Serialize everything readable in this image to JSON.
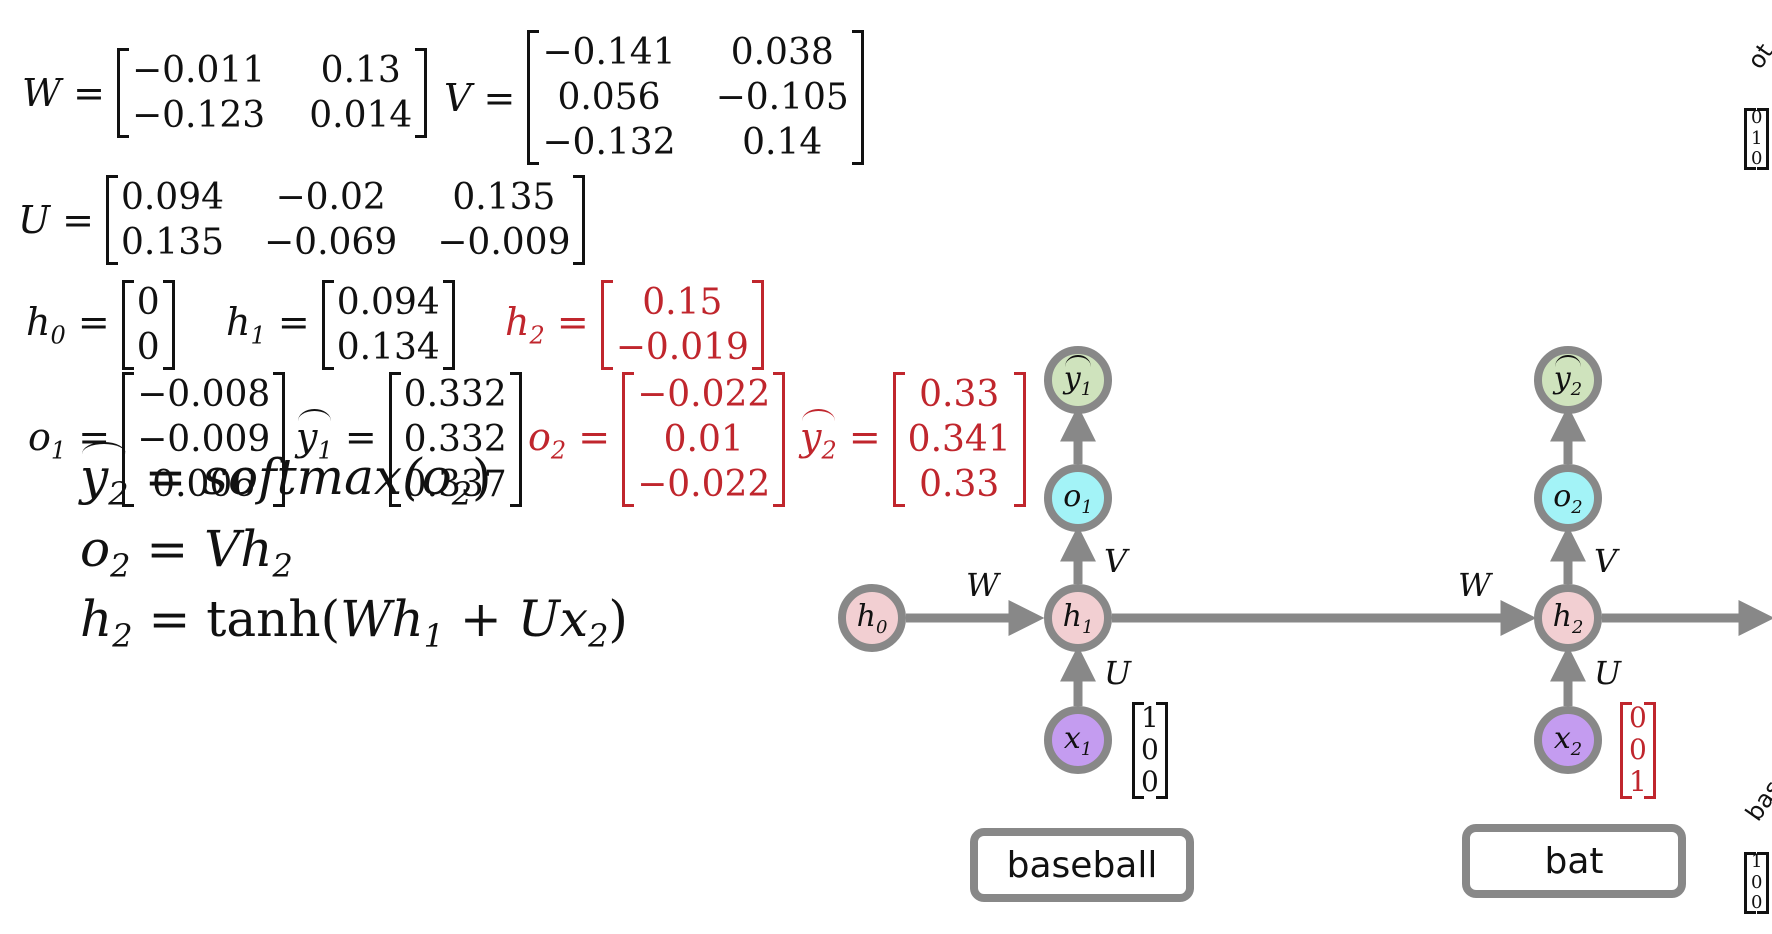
{
  "params": {
    "W": {
      "label": "W",
      "rows": [
        [
          "−0.011",
          "0.13"
        ],
        [
          "−0.123",
          "0.014"
        ]
      ]
    },
    "V": {
      "label": "V",
      "rows": [
        [
          "−0.141",
          "0.038"
        ],
        [
          "0.056",
          "−0.105"
        ],
        [
          "−0.132",
          "0.14"
        ]
      ]
    },
    "U": {
      "label": "U",
      "rows": [
        [
          "0.094",
          "−0.02",
          "0.135"
        ],
        [
          "0.135",
          "−0.069",
          "−0.009"
        ]
      ]
    }
  },
  "states": {
    "h0": {
      "sym": "h",
      "sub": "0",
      "rows": [
        [
          "0"
        ],
        [
          "0"
        ]
      ]
    },
    "h1": {
      "sym": "h",
      "sub": "1",
      "rows": [
        [
          "0.094"
        ],
        [
          "0.134"
        ]
      ]
    },
    "h2": {
      "sym": "h",
      "sub": "2",
      "rows": [
        [
          "0.15"
        ],
        [
          "−0.019"
        ]
      ]
    },
    "o1": {
      "sym": "o",
      "sub": "1",
      "rows": [
        [
          "−0.008"
        ],
        [
          "−0.009"
        ],
        [
          "0.006"
        ]
      ]
    },
    "y1": {
      "sym": "y",
      "sub": "1",
      "rows": [
        [
          "0.332"
        ],
        [
          "0.332"
        ],
        [
          "0.337"
        ]
      ]
    },
    "o2": {
      "sym": "o",
      "sub": "2",
      "rows": [
        [
          "−0.022"
        ],
        [
          "0.01"
        ],
        [
          "−0.022"
        ]
      ]
    },
    "y2": {
      "sym": "y",
      "sub": "2",
      "rows": [
        [
          "0.33"
        ],
        [
          "0.341"
        ],
        [
          "0.33"
        ]
      ]
    }
  },
  "formulas": {
    "f1": {
      "lhs": "y",
      "lhs_sub": "2",
      "rhs": "softmax(o",
      "rhs_sub": "2",
      "rhs_end": ")"
    },
    "f2": {
      "lhs": "o",
      "lhs_sub": "2",
      "rhs": "Vh",
      "rhs_sub": "2"
    },
    "f3": {
      "lhs": "h",
      "lhs_sub": "2",
      "rhs_fn": "tanh",
      "rhs_a": "Wh",
      "rhs_a_sub": "1",
      "rhs_b": "Ux",
      "rhs_b_sub": "2"
    }
  },
  "diagram": {
    "nodes": {
      "h0": {
        "sym": "h",
        "sub": "0",
        "color": "#f2cfd2"
      },
      "h1": {
        "sym": "h",
        "sub": "1",
        "color": "#f2cfd2"
      },
      "h2": {
        "sym": "h",
        "sub": "2",
        "color": "#f2cfd2"
      },
      "o1": {
        "sym": "o",
        "sub": "1",
        "color": "#a3f3f7"
      },
      "o2": {
        "sym": "o",
        "sub": "2",
        "color": "#a3f3f7"
      },
      "y1": {
        "sym": "y",
        "sub": "1",
        "color": "#cfe3bd"
      },
      "y2": {
        "sym": "y",
        "sub": "2",
        "color": "#cfe3bd"
      },
      "x1": {
        "sym": "x",
        "sub": "1",
        "color": "#c49cf0"
      },
      "x2": {
        "sym": "x",
        "sub": "2",
        "color": "#c49cf0"
      }
    },
    "edge_labels": {
      "W": "W",
      "V": "V",
      "U": "U"
    },
    "x1_vector": [
      "1",
      "0",
      "0"
    ],
    "x2_vector": [
      "0",
      "0",
      "1"
    ],
    "word1": "baseball",
    "word2": "bat"
  },
  "edge_right": {
    "top_label": "ot",
    "top_vector": [
      "0",
      "1",
      "0"
    ],
    "bottom_label": "bas",
    "bottom_vector": [
      "1",
      "0",
      "0"
    ]
  },
  "colors": {
    "accent_red": "#c0262d",
    "edge_gray": "#888888"
  }
}
